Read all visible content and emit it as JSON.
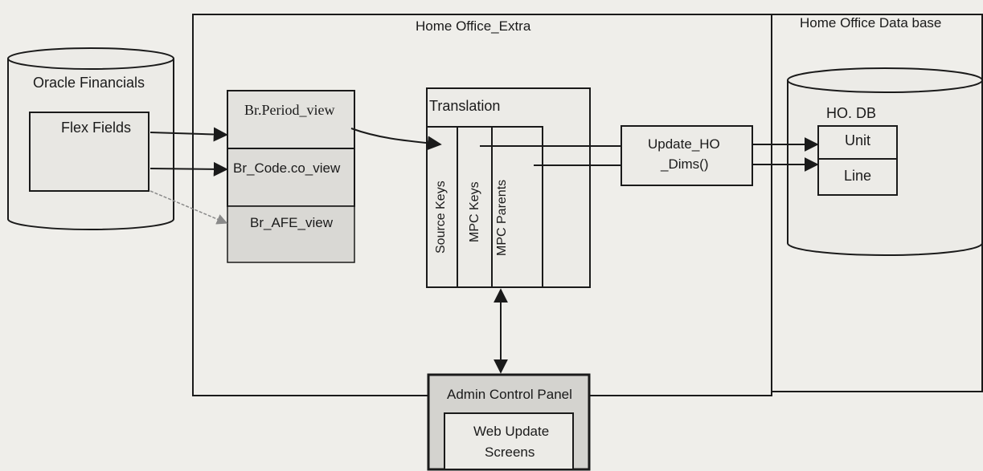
{
  "regions": {
    "extra_title": "Home Office_Extra",
    "database_title": "Home Office Data base"
  },
  "oracle": {
    "title": "Oracle Financials",
    "inner": "Flex Fields"
  },
  "views": [
    "Br.Period_view",
    "Br_Code.co_view",
    "Br_AFE_view"
  ],
  "translation": {
    "title": "Translation",
    "columns": [
      "Source Keys",
      "MPC Keys",
      "MPC Parents"
    ]
  },
  "update": {
    "line1": "Update_HO",
    "line2": "_Dims()"
  },
  "db": {
    "title": "HO. DB",
    "tables": [
      "Unit",
      "Line"
    ]
  },
  "admin": {
    "title": "Admin Control Panel",
    "inner_line1": "Web Update",
    "inner_line2": "Screens"
  },
  "colors": {
    "line": "#1a1a1a",
    "grey_arrow": "#8a8a8a",
    "box_fill": "#ececea",
    "view_fill": "#dddcd8",
    "admin_fill": "#d4d3cf"
  }
}
